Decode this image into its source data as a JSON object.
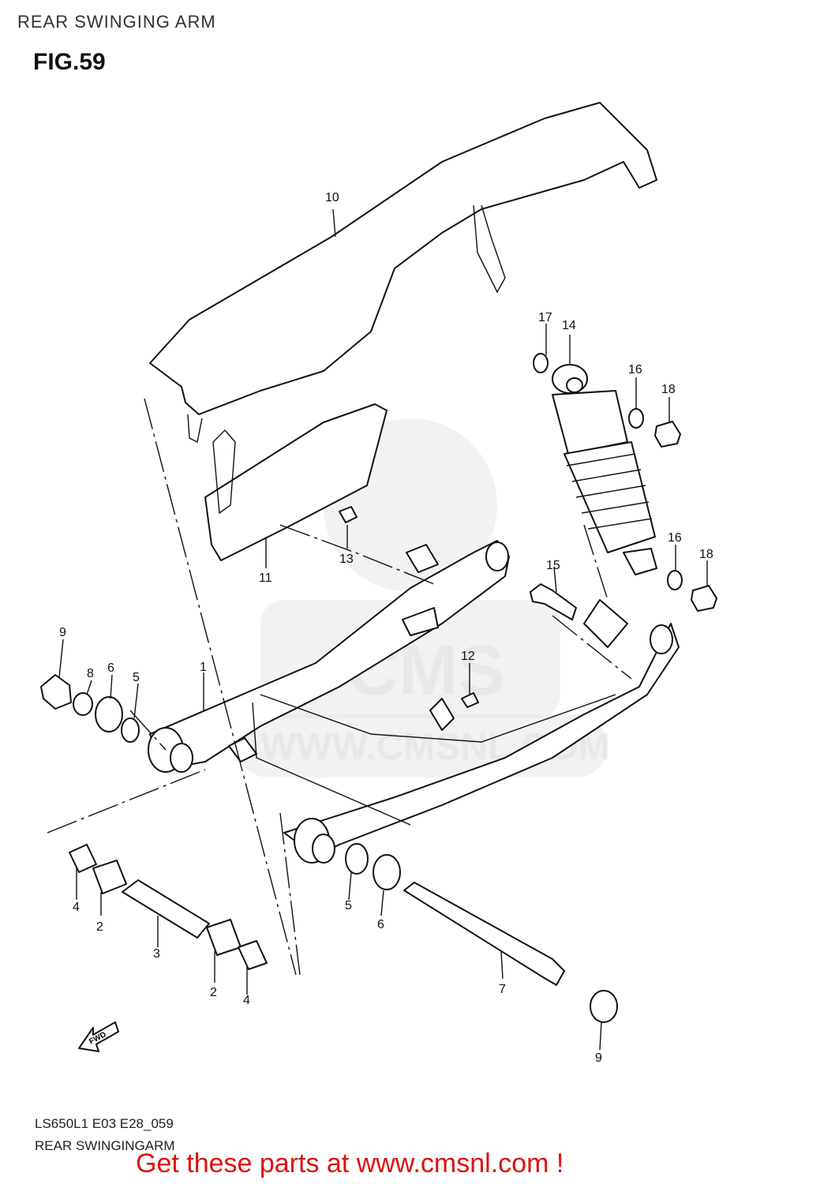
{
  "header": {
    "title": "REAR SWINGING ARM",
    "figure": "FIG.59"
  },
  "watermark": {
    "logo": "CMS",
    "url": "WWW.CMSNL.COM"
  },
  "arrow": {
    "label": "FWD"
  },
  "callouts": {
    "c1": "1",
    "c2a": "2",
    "c2b": "2",
    "c3": "3",
    "c4a": "4",
    "c4b": "4",
    "c5a": "5",
    "c5b": "5",
    "c6a": "6",
    "c6b": "6",
    "c7": "7",
    "c8": "8",
    "c9a": "9",
    "c9b": "9",
    "c10": "10",
    "c11": "11",
    "c12": "12",
    "c13": "13",
    "c14": "14",
    "c15": "15",
    "c16a": "16",
    "c16b": "16",
    "c17": "17",
    "c18a": "18",
    "c18b": "18"
  },
  "footer": {
    "model_code": "LS650L1 E03 E28_059",
    "caption": "REAR SWINGINGARM",
    "cta": "Get these parts at www.cmsnl.com !",
    "cta_color": "#e01010"
  }
}
